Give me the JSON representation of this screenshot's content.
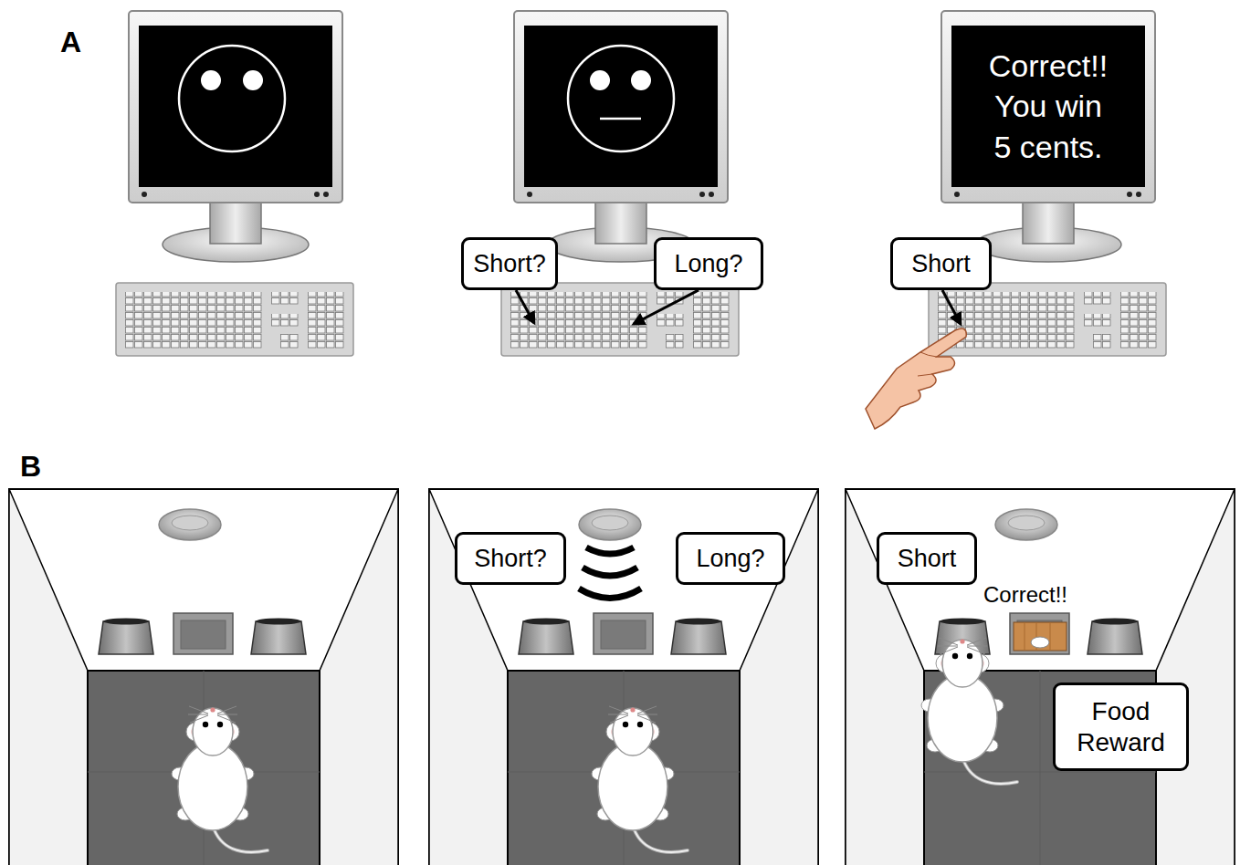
{
  "diagram": {
    "nodes": [
      {
        "text": [
          "Correct!! You win 5 cents."
        ]
      },
      {
        "text": [
          "Short?"
        ]
      },
      {
        "text": [
          "Long?"
        ]
      },
      {
        "text": [
          "Short"
        ]
      },
      {
        "text": [
          "Short?"
        ]
      },
      {
        "text": [
          "Long?"
        ]
      },
      {
        "text": [
          "Short"
        ]
      },
      {
        "text": [
          "Food Reward"
        ]
      }
    ],
    "labels": [
      "A",
      "B",
      "Correct!!"
    ]
  }
}
